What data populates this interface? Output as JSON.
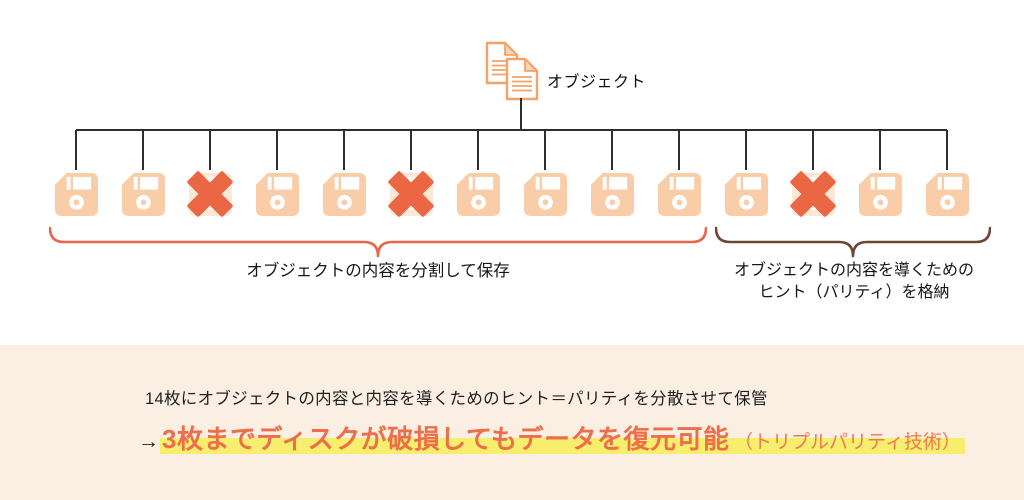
{
  "diagram": {
    "object_label": "オブジェクト",
    "disks": [
      "ok",
      "ok",
      "broken",
      "ok",
      "ok",
      "broken",
      "ok",
      "ok",
      "ok",
      "ok",
      "ok",
      "broken",
      "ok",
      "ok"
    ],
    "left_group_label": "オブジェクトの内容を分割して保存",
    "right_group_label_line1": "オブジェクトの内容を導くための",
    "right_group_label_line2": "ヒント（パリティ）を格納",
    "icon_names": {
      "object": "documents-icon",
      "disk": "floppy-disk-icon",
      "broken": "red-x-icon"
    }
  },
  "footer": {
    "line1": "14枚にオブジェクトの内容と内容を導くためのヒント＝パリティを分散させて保管",
    "arrow": "→",
    "highlight_text": "3枚までディスクが破損してもデータを復元可能",
    "note_text": "（トリプルパリティ技術）"
  },
  "colors": {
    "connector_line": "#2e2e2e",
    "disk_fill": "#F9CDA7",
    "broken_x": "#EB6743",
    "doc_outline": "#F1A369",
    "brace_left": "#E8664A",
    "brace_right": "#6F4534",
    "footer_background": "#FBEFE3",
    "highlight_yellow": "#F8EE6E",
    "accent_orange_text": "#ED6E4A",
    "body_text": "#1F1F1F"
  }
}
